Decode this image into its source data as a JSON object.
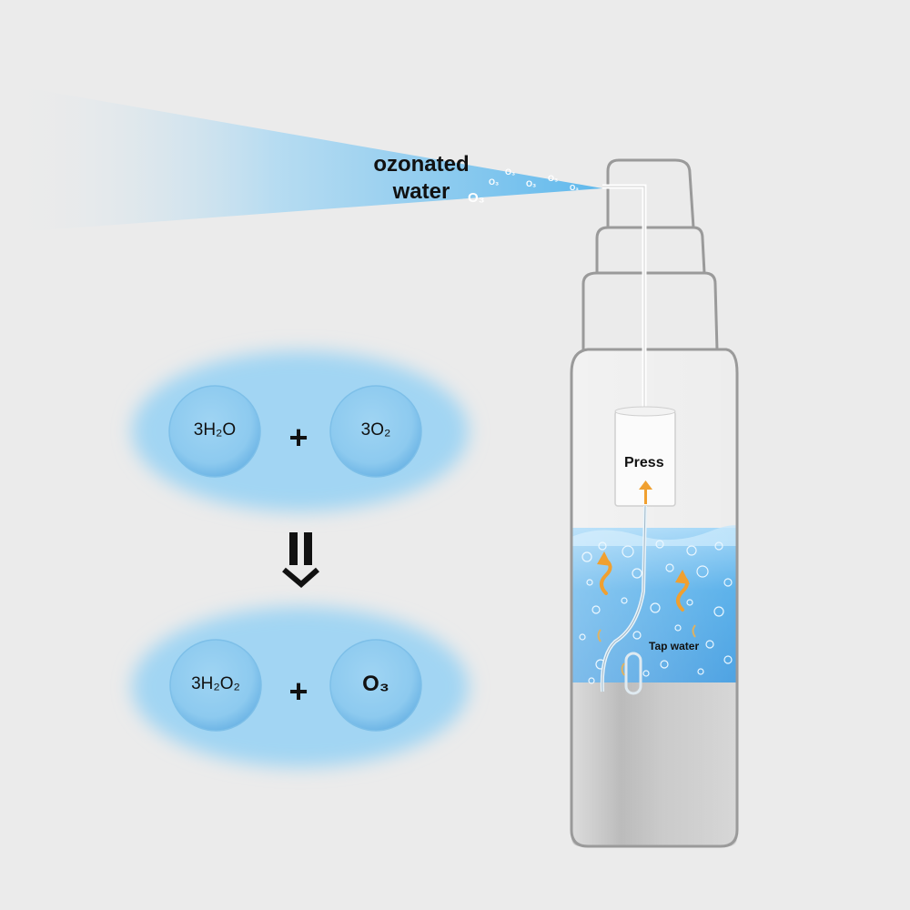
{
  "spray": {
    "label_line1": "ozonated",
    "label_line2": "water",
    "particle_label": "O₃"
  },
  "reaction_top": {
    "left_molecule": "3H₂O",
    "operator": "+",
    "right_molecule": "3O₂"
  },
  "reaction_bottom": {
    "left_molecule": "3H₂O₂",
    "operator": "+",
    "right_molecule": "O₃"
  },
  "bottle": {
    "press_label": "Press",
    "water_label": "Tap water"
  },
  "colors": {
    "background": "#ebebeb",
    "spray_blue": "#7ec8ee",
    "cloud_blue": "#9fd3f2",
    "water_blue": "#5ab4ea",
    "arrow_orange": "#f0a030",
    "base_gray": "#b5b5b5"
  }
}
